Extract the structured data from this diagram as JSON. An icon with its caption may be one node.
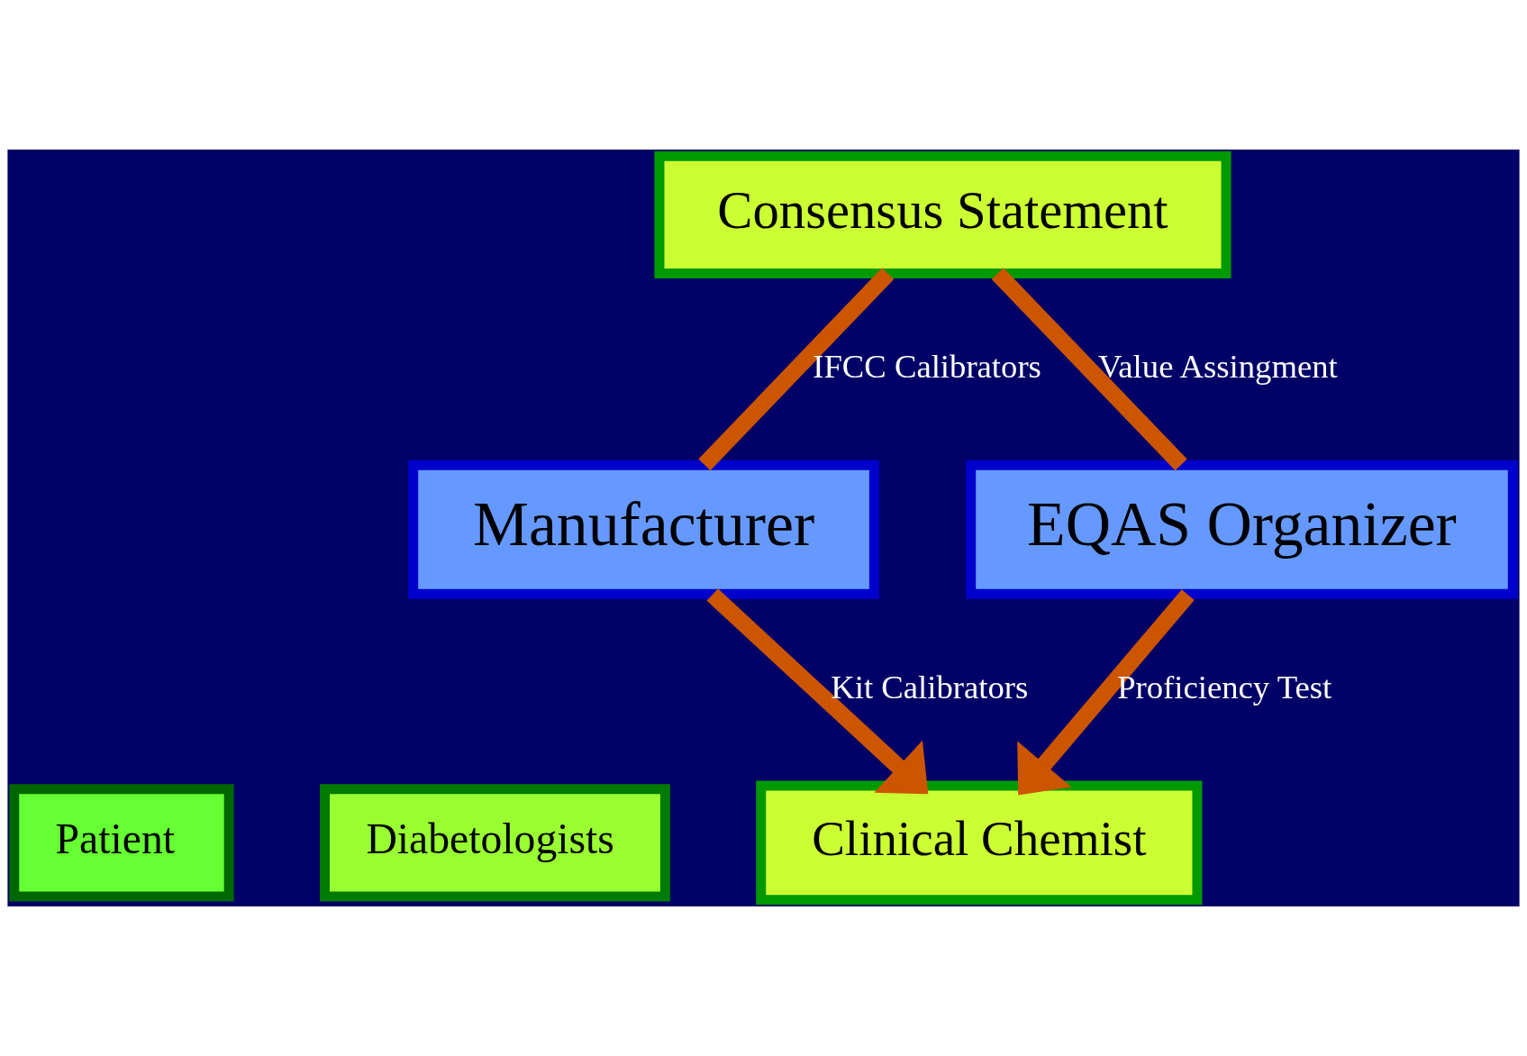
{
  "diagram": {
    "nodes": [
      {
        "text": [
          "Patient"
        ]
      },
      {
        "text": [
          "Diabetologists"
        ]
      },
      {
        "text": [
          "Clinical Chemist"
        ]
      },
      {
        "text": [
          "Manufacturer"
        ]
      },
      {
        "text": [
          "EQAS Organizer"
        ]
      },
      {
        "text": [
          "Consensus Statement"
        ]
      }
    ],
    "edges": [
      {
        "from": 5,
        "to": 3,
        "arrow": "none",
        "label": "IFCC Calibrators"
      },
      {
        "from": 3,
        "to": 2,
        "arrow": "to",
        "label": "Kit Calibrators"
      },
      {
        "from": 5,
        "to": 4,
        "arrow": "none",
        "label": "Value Assingment"
      },
      {
        "from": 4,
        "to": 2,
        "arrow": "to",
        "label": "Proficiency Test"
      }
    ]
  }
}
